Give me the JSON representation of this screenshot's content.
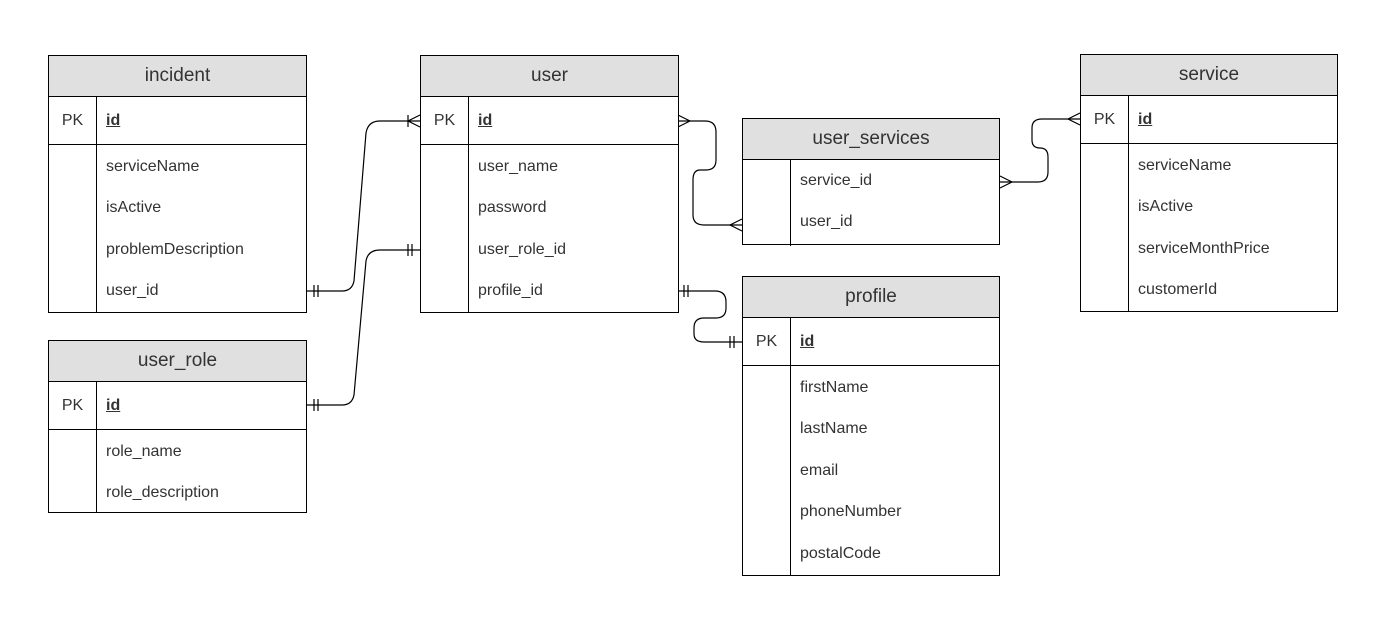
{
  "entities": {
    "incident": {
      "name": "incident",
      "pk_label": "PK",
      "pk_field": "id",
      "fields": [
        "serviceName",
        "isActive",
        "problemDescription",
        "user_id"
      ]
    },
    "user_role": {
      "name": "user_role",
      "pk_label": "PK",
      "pk_field": "id",
      "fields": [
        "role_name",
        "role_description"
      ]
    },
    "user": {
      "name": "user",
      "pk_label": "PK",
      "pk_field": "id",
      "fields": [
        "user_name",
        "password",
        "user_role_id",
        "profile_id"
      ]
    },
    "user_services": {
      "name": "user_services",
      "fields": [
        "service_id",
        "user_id"
      ]
    },
    "profile": {
      "name": "profile",
      "pk_label": "PK",
      "pk_field": "id",
      "fields": [
        "firstName",
        "lastName",
        "email",
        "phoneNumber",
        "postalCode"
      ]
    },
    "service": {
      "name": "service",
      "pk_label": "PK",
      "pk_field": "id",
      "fields": [
        "serviceName",
        "isActive",
        "serviceMonthPrice",
        "customerId"
      ]
    }
  },
  "relationships": [
    {
      "from": "incident.user_id",
      "to": "user.id",
      "from_end": "one",
      "to_end": "one-or-many"
    },
    {
      "from": "user_role.id",
      "to": "user.user_role_id",
      "from_end": "one",
      "to_end": "one"
    },
    {
      "from": "user.id",
      "to": "user_services.user_id",
      "from_end": "many",
      "to_end": "many"
    },
    {
      "from": "user.profile_id",
      "to": "profile.id",
      "from_end": "one",
      "to_end": "one"
    },
    {
      "from": "user_services.service_id",
      "to": "service.id",
      "from_end": "many",
      "to_end": "many"
    }
  ],
  "colors": {
    "header_fill": "#e0e0e0",
    "border": "#000000",
    "text": "#333333",
    "line": "#000000"
  }
}
